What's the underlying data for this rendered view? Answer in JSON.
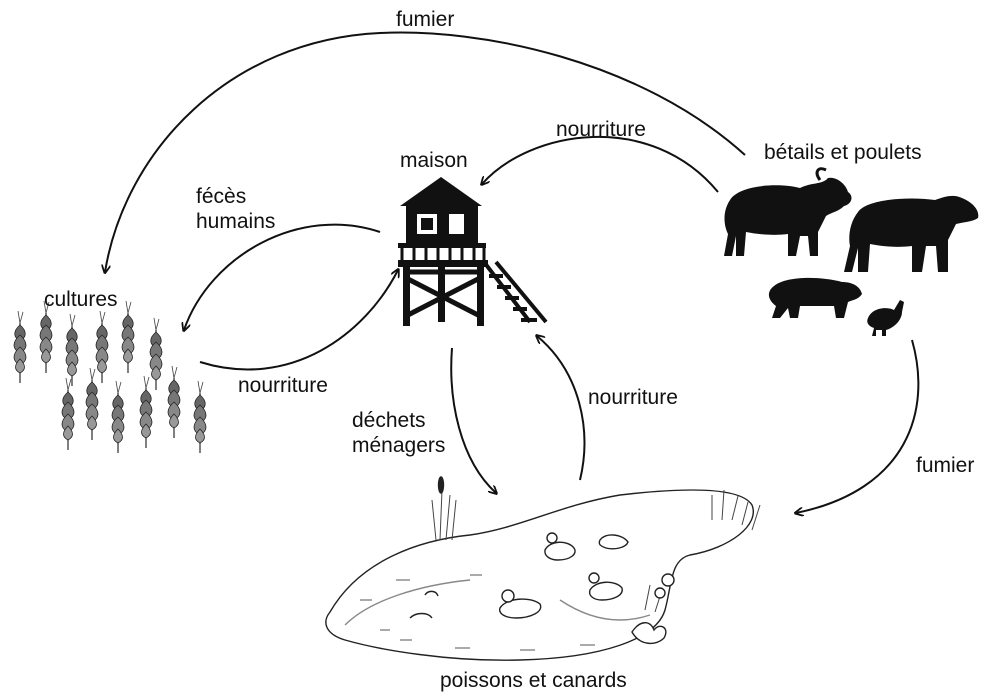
{
  "labels": {
    "fumier_top": "fumier",
    "nourriture_top": "nourriture",
    "betails": "bétails et poulets",
    "maison": "maison",
    "feces_line1": "fécès",
    "feces_line2": "humains",
    "cultures": "cultures",
    "nourriture_left": "nourriture",
    "dechets_line1": "déchets",
    "dechets_line2": "ménagers",
    "nourriture_right": "nourriture",
    "fumier_right": "fumier",
    "poissons": "poissons et canards"
  },
  "colors": {
    "ink": "#111111",
    "background": "#ffffff"
  }
}
